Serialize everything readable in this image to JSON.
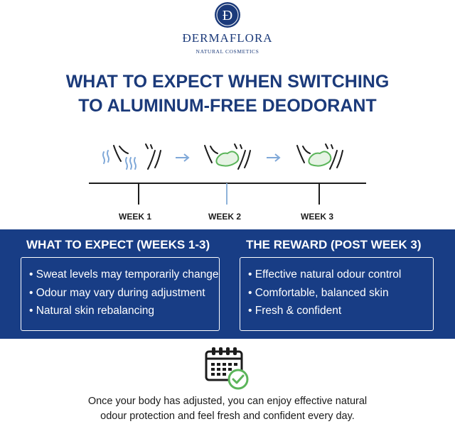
{
  "brand": {
    "monogram": "Đ",
    "name": "ĐERMAFLORA",
    "tagline": "NATURAL COSMETICS"
  },
  "headline": {
    "line1": "WHAT TO EXPECT WHEN SWITCHING",
    "line2": "TO ALUMINUM-FREE DEODORANT"
  },
  "timeline": {
    "weeks": [
      "WEEK 1",
      "WEEK 2",
      "WEEK 3"
    ]
  },
  "expect": {
    "title": "WHAT TO EXPECT (WEEKS 1-3)",
    "items": [
      "Sweat levels may temporarily change",
      "Odour may vary during adjustment",
      "Natural skin rebalancing"
    ]
  },
  "reward": {
    "title": "THE REWARD (POST WEEK 3)",
    "items": [
      "Effective natural odour control",
      "Comfortable, balanced skin",
      "Fresh & confident"
    ]
  },
  "footer": {
    "line1": "Once your body has adjusted, you can enjoy effective natural",
    "line2": "odour protection and feel fresh and confident every day."
  },
  "colors": {
    "brand_blue": "#1b3a7a",
    "band_blue": "#183d85",
    "accent_green": "#5bb55a",
    "line_blue": "#8fb3da"
  }
}
